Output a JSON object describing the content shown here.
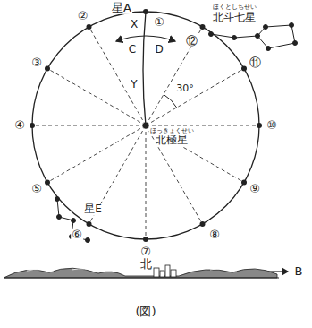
{
  "diagram": {
    "caption": "(図)",
    "labels": [
      "星A",
      "X",
      "①",
      "北斗七星",
      "ほくとしちせい",
      "②",
      "C",
      "D",
      "⑫",
      "③",
      "Y",
      "30°",
      "⑪",
      "④",
      "北極星",
      "ほっきょくせい",
      "⑩",
      "⑤",
      "⑨",
      "星E",
      "⑥",
      "⑧",
      "⑦",
      "北",
      "B"
    ]
  }
}
